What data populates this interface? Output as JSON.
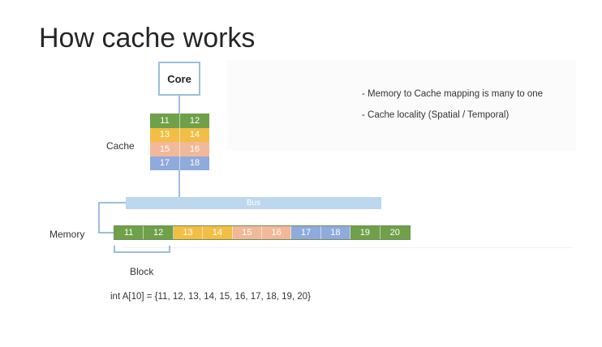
{
  "title": "How cache works",
  "core": {
    "label": "Core"
  },
  "cache": {
    "label": "Cache",
    "rows": [
      {
        "cells": [
          "11",
          "12"
        ],
        "color": "#6fa04a"
      },
      {
        "cells": [
          "13",
          "14"
        ],
        "color": "#f2be45"
      },
      {
        "cells": [
          "15",
          "16"
        ],
        "color": "#f2b89a"
      },
      {
        "cells": [
          "17",
          "18"
        ],
        "color": "#8faadc"
      }
    ]
  },
  "bus": {
    "label": "Bus",
    "color": "#bdd7ee"
  },
  "memory": {
    "label": "Memory",
    "cells": [
      {
        "value": "11",
        "color": "#6fa04a"
      },
      {
        "value": "12",
        "color": "#6fa04a"
      },
      {
        "value": "13",
        "color": "#f2be45"
      },
      {
        "value": "14",
        "color": "#f2be45"
      },
      {
        "value": "15",
        "color": "#f2b89a"
      },
      {
        "value": "16",
        "color": "#f2b89a"
      },
      {
        "value": "17",
        "color": "#8faadc"
      },
      {
        "value": "18",
        "color": "#8faadc"
      },
      {
        "value": "19",
        "color": "#6fa04a"
      },
      {
        "value": "20",
        "color": "#6fa04a"
      }
    ]
  },
  "block": {
    "label": "Block"
  },
  "bullets": [
    "- Memory to Cache mapping is many to one",
    "- Cache locality (Spatial / Temporal)"
  ],
  "code": "int A[10] = {11, 12, 13, 14, 15, 16, 17, 18, 19, 20}",
  "connector_color": "#9dbde0"
}
